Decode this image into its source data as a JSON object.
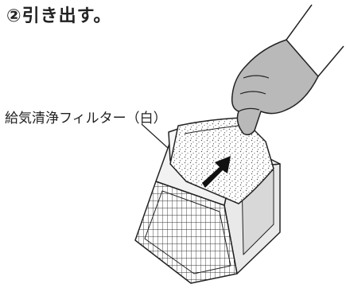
{
  "diagram": {
    "step_title": "②引き出す。",
    "part_label": "給気清浄フィルター（白）",
    "icons": [
      "gloved-hand",
      "pull-arrow",
      "filter-unit"
    ]
  }
}
